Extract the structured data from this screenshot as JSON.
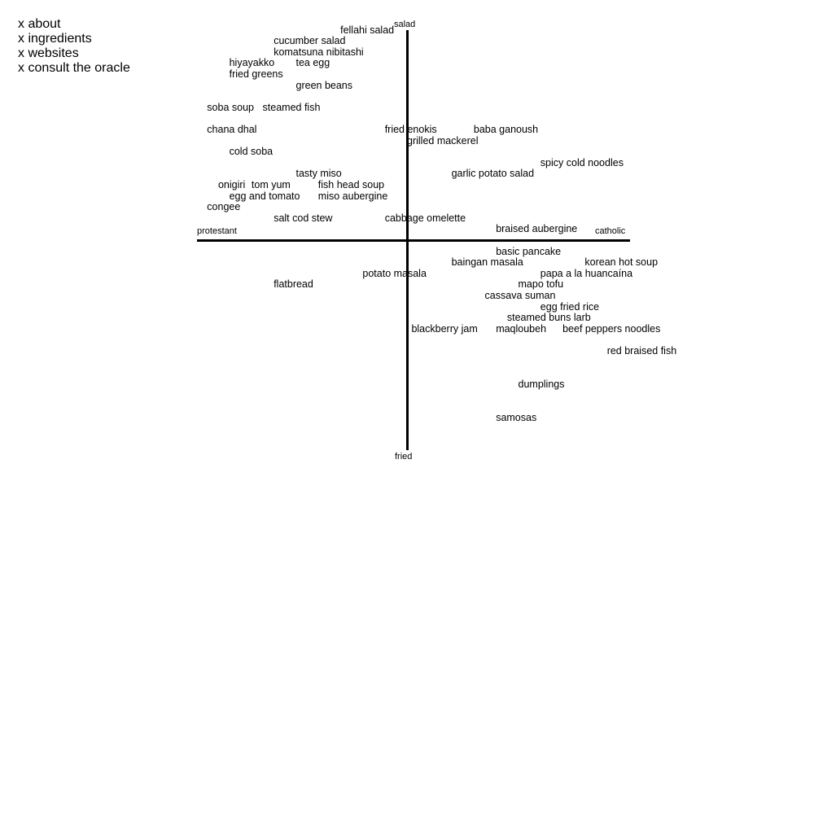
{
  "nav": {
    "items": [
      {
        "label": "x about"
      },
      {
        "label": "x ingredients"
      },
      {
        "label": "x websites"
      },
      {
        "label": "x consult the oracle"
      }
    ]
  },
  "chart_data": {
    "type": "scatter",
    "title": "",
    "axes": {
      "x_negative_label": "protestant",
      "x_positive_label": "catholic",
      "y_positive_label": "salad",
      "y_negative_label": "fried",
      "xlim": [
        -10,
        10
      ],
      "ylim": [
        -10,
        10
      ]
    },
    "points": [
      {
        "label": "fellahi salad",
        "x": -3.0,
        "y": 9.5
      },
      {
        "label": "cucumber salad",
        "x": -6.0,
        "y": 9.0
      },
      {
        "label": "komatsuna nibitashi",
        "x": -6.0,
        "y": 8.5
      },
      {
        "label": "hiyayakko",
        "x": -8.0,
        "y": 8.0
      },
      {
        "label": "tea egg",
        "x": -5.0,
        "y": 8.0
      },
      {
        "label": "fried greens",
        "x": -8.0,
        "y": 7.5
      },
      {
        "label": "green beans",
        "x": -5.0,
        "y": 7.0
      },
      {
        "label": "soba soup",
        "x": -9.0,
        "y": 6.0
      },
      {
        "label": "steamed fish",
        "x": -6.5,
        "y": 6.0
      },
      {
        "label": "chana dhal",
        "x": -9.0,
        "y": 5.0
      },
      {
        "label": "fried enokis",
        "x": -1.0,
        "y": 5.0
      },
      {
        "label": "baba ganoush",
        "x": 3.0,
        "y": 5.0
      },
      {
        "label": "grilled mackerel",
        "x": 0.0,
        "y": 4.5
      },
      {
        "label": "cold soba",
        "x": -8.0,
        "y": 4.0
      },
      {
        "label": "spicy cold noodles",
        "x": 6.0,
        "y": 3.5
      },
      {
        "label": "tasty miso",
        "x": -5.0,
        "y": 3.0
      },
      {
        "label": "garlic potato salad",
        "x": 2.0,
        "y": 3.0
      },
      {
        "label": "onigiri",
        "x": -8.5,
        "y": 2.5
      },
      {
        "label": "tom yum",
        "x": -7.0,
        "y": 2.5
      },
      {
        "label": "fish head soup",
        "x": -4.0,
        "y": 2.5
      },
      {
        "label": "egg and tomato",
        "x": -8.0,
        "y": 2.0
      },
      {
        "label": "miso aubergine",
        "x": -4.0,
        "y": 2.0
      },
      {
        "label": "congee",
        "x": -9.0,
        "y": 1.5
      },
      {
        "label": "salt cod stew",
        "x": -6.0,
        "y": 1.0
      },
      {
        "label": "cabbage omelette",
        "x": -1.0,
        "y": 1.0
      },
      {
        "label": "braised aubergine",
        "x": 4.0,
        "y": 0.5
      },
      {
        "label": "basic pancake",
        "x": 4.0,
        "y": -0.5
      },
      {
        "label": "baingan masala",
        "x": 2.0,
        "y": -1.0
      },
      {
        "label": "korean hot soup",
        "x": 8.0,
        "y": -1.0
      },
      {
        "label": "potato masala",
        "x": -2.0,
        "y": -1.5
      },
      {
        "label": "papa a la huancaína",
        "x": 6.0,
        "y": -1.5
      },
      {
        "label": "flatbread",
        "x": -6.0,
        "y": -2.0
      },
      {
        "label": "mapo tofu",
        "x": 5.0,
        "y": -2.0
      },
      {
        "label": "cassava suman",
        "x": 3.5,
        "y": -2.5
      },
      {
        "label": "egg fried rice",
        "x": 6.0,
        "y": -3.0
      },
      {
        "label": "steamed buns larb",
        "x": 4.5,
        "y": -3.5
      },
      {
        "label": "blackberry jam",
        "x": 0.2,
        "y": -4.0
      },
      {
        "label": "maqloubeh",
        "x": 4.0,
        "y": -4.0
      },
      {
        "label": "beef peppers noodles",
        "x": 7.0,
        "y": -4.0
      },
      {
        "label": "red braised fish",
        "x": 9.0,
        "y": -5.0
      },
      {
        "label": "dumplings",
        "x": 5.0,
        "y": -6.5
      },
      {
        "label": "samosas",
        "x": 4.0,
        "y": -8.0
      }
    ]
  }
}
